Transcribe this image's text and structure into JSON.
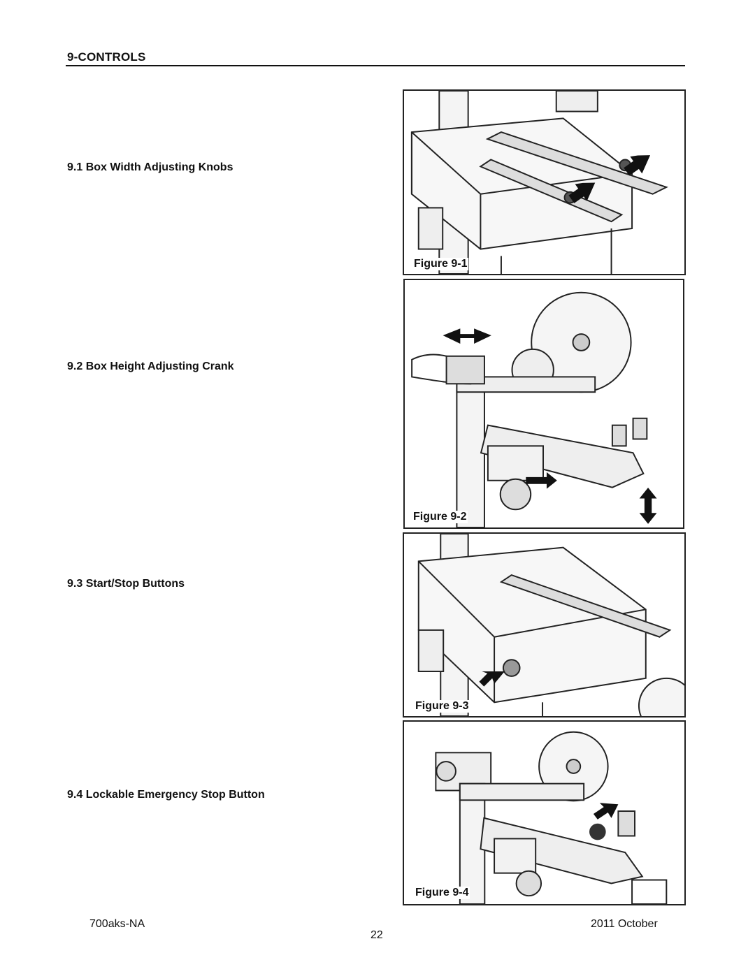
{
  "header": {
    "section_title": "9-CONTROLS"
  },
  "sections": [
    {
      "number": "9.1",
      "title": "9.1  Box Width Adjusting Knobs"
    },
    {
      "number": "9.2",
      "title": "9.2  Box Height Adjusting Crank"
    },
    {
      "number": "9.3",
      "title": "9.3  Start/Stop Buttons"
    },
    {
      "number": "9.4",
      "title": "9.4  Lockable Emergency Stop Button"
    }
  ],
  "figures": [
    {
      "caption": "Figure 9-1"
    },
    {
      "caption": "Figure 9-2"
    },
    {
      "caption": "Figure 9-3"
    },
    {
      "caption": "Figure 9-4"
    }
  ],
  "footer": {
    "left": "700aks-NA",
    "page_number": "22",
    "right": "2011 October"
  }
}
